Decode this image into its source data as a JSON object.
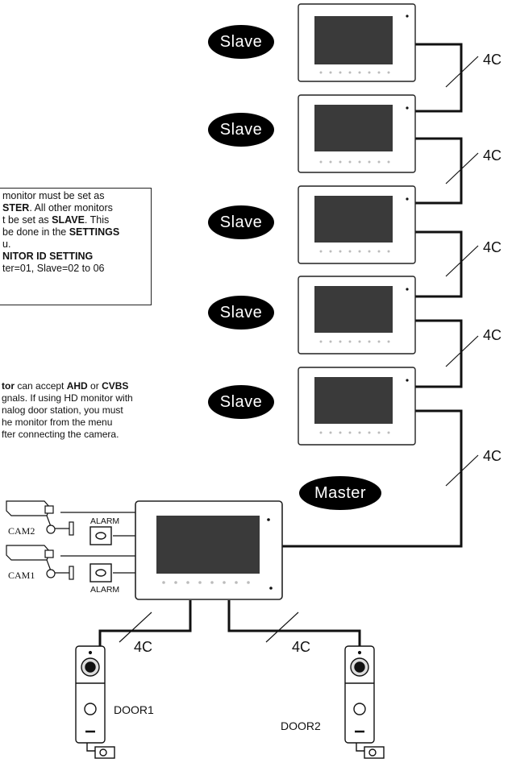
{
  "notes": {
    "master_note": {
      "line1": " monitor must be set as",
      "line2_bold": "STER",
      "line2_rest": ". All other monitors",
      "line3_pre": "t be set as ",
      "line3_bold": "SLAVE",
      "line3_post": ". This",
      "line4_pre": "be done in the ",
      "line4_bold": "SETTINGS",
      "line5": "u.",
      "line6_bold": "NITOR ID SETTING",
      "line7": "ter=01, Slave=02 to 06"
    },
    "signal_note": {
      "line1_bold1": "tor",
      "line1_mid": " can accept ",
      "line1_bold2": "AHD",
      "line1_or": " or ",
      "line1_bold3": "CVBS",
      "line2": "gnals. If using HD monitor with",
      "line3": "nalog door station, you must",
      "line4": "he monitor from the menu",
      "line5": "fter connecting the camera."
    }
  },
  "labels": {
    "slave1": "Slave",
    "slave2": "Slave",
    "slave3": "Slave",
    "slave4": "Slave",
    "slave5": "Slave",
    "master": "Master",
    "wire1": "4C",
    "wire2": "4C",
    "wire3": "4C",
    "wire4": "4C",
    "wire5": "4C",
    "wire_door1": "4C",
    "wire_door2": "4C",
    "alarm_top": "ALARM",
    "alarm_bottom": "ALARM",
    "cam2": "CAM2",
    "cam1": "CAM1",
    "door1": "DOOR1",
    "door2": "DOOR2"
  },
  "icons": {
    "monitor": "monitor-icon",
    "camera": "cctv-camera-icon",
    "door_station": "door-station-icon",
    "alarm": "alarm-sensor-icon"
  },
  "colors": {
    "wire": "#111111",
    "pill_bg": "#000000",
    "pill_text": "#ffffff",
    "screen": "#3a3a3a"
  }
}
